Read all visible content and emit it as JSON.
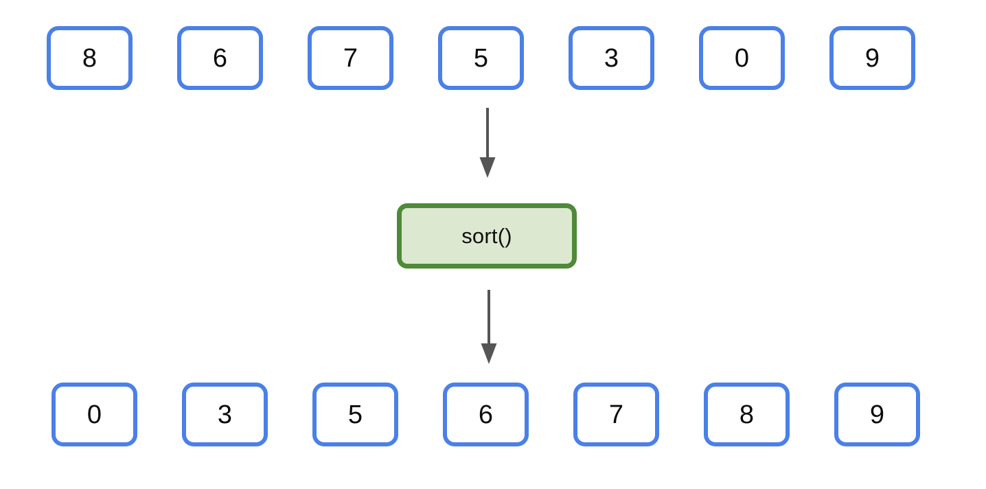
{
  "diagram": {
    "title": "sort() transformation of an array",
    "background_color": "#ffffff",
    "colors": {
      "cell_border": "#4a80e8",
      "cell_fill": "#ffffff",
      "cell_text": "#0b0b0b",
      "process_border": "#4e8a38",
      "process_fill": "#dde8d1",
      "process_text": "#101010",
      "arrow": "#555555"
    },
    "input_array": {
      "name": "unsorted-input-array",
      "values": [
        "8",
        "6",
        "7",
        "5",
        "3",
        "0",
        "9"
      ]
    },
    "process": {
      "name": "sort-operation",
      "label": "sort()"
    },
    "output_array": {
      "name": "sorted-output-array",
      "values": [
        "0",
        "3",
        "5",
        "6",
        "7",
        "8",
        "9"
      ]
    },
    "arrows": [
      {
        "name": "arrow-input-to-sort",
        "direction": "down"
      },
      {
        "name": "arrow-sort-to-output",
        "direction": "down"
      }
    ]
  }
}
